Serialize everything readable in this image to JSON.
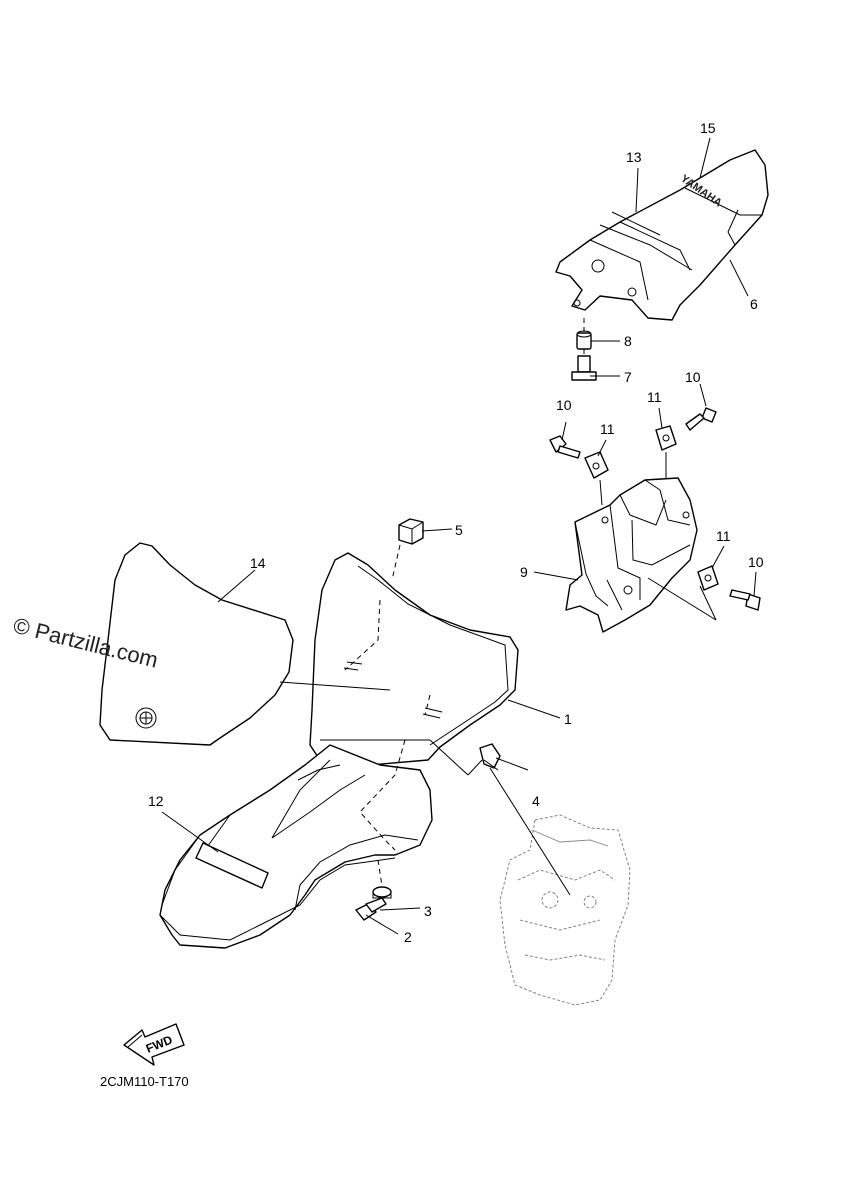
{
  "diagram": {
    "callouts": [
      "1",
      "2",
      "3",
      "4",
      "5",
      "6",
      "7",
      "8",
      "9",
      "10",
      "10",
      "10",
      "11",
      "11",
      "11",
      "12",
      "13",
      "14",
      "15"
    ],
    "seat_logo": "YAMAHA",
    "watermark": "© Partzilla.com",
    "direction_label": "FWD",
    "drawing_code": "2CJM110-T170"
  }
}
